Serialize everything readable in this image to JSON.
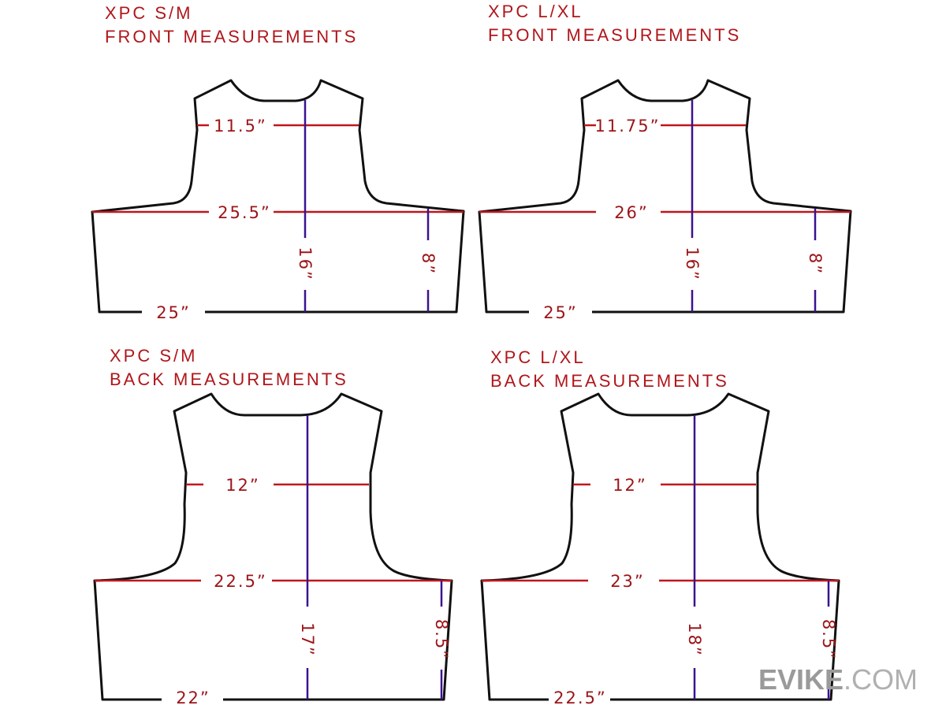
{
  "panels": [
    {
      "title1": "XPC S/M",
      "title2": "FRONT MEASUREMENTS",
      "chest": "11.5”",
      "width": "25.5”",
      "bottom": "25”",
      "length": "16”",
      "side": "8”"
    },
    {
      "title1": "XPC L/XL",
      "title2": "FRONT MEASUREMENTS",
      "chest": "11.75”",
      "width": "26”",
      "bottom": "25”",
      "length": "16”",
      "side": "8”"
    },
    {
      "title1": "XPC S/M",
      "title2": "BACK MEASUREMENTS",
      "chest": "12”",
      "width": "22.5”",
      "bottom": "22”",
      "length": "17”",
      "side": "8.5”"
    },
    {
      "title1": "XPC L/XL",
      "title2": "BACK MEASUREMENTS",
      "chest": "12”",
      "width": "23”",
      "bottom": "22.5”",
      "length": "18”",
      "side": "8.5”"
    }
  ],
  "watermark": {
    "brand": "EVIKE",
    "suffix": ".COM"
  },
  "colors": {
    "outline": "#111111",
    "horizontal": "#c0161c",
    "vertical": "#3a1290",
    "text": "#9c1418"
  }
}
